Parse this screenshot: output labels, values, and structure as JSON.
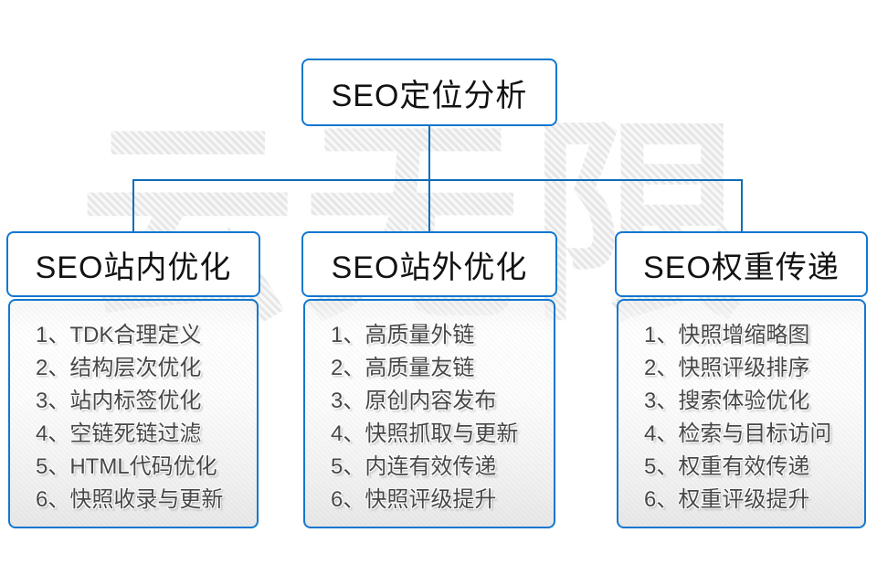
{
  "diagram": {
    "root": {
      "title": "SEO定位分析"
    },
    "watermark": "云无限",
    "branches": [
      {
        "title": "SEO站内优化",
        "items": [
          "1、TDK合理定义",
          "2、结构层次优化",
          "3、站内标签优化",
          "4、空链死链过滤",
          "5、HTML代码优化",
          "6、快照收录与更新"
        ]
      },
      {
        "title": "SEO站外优化",
        "items": [
          "1、高质量外链",
          "2、高质量友链",
          "3、原创内容发布",
          "4、快照抓取与更新",
          "5、内连有效传递",
          "6、快照评级提升"
        ]
      },
      {
        "title": "SEO权重传递",
        "items": [
          "1、快照增缩略图",
          "2、快照评级排序",
          "3、搜索体验优化",
          "4、检索与目标访问",
          "5、权重有效传递",
          "6、权重评级提升"
        ]
      }
    ],
    "colors": {
      "box_border": "#1377d0",
      "connector": "#0e6db8",
      "header_text": "#121212",
      "item_text": "#474747",
      "watermark_gray": "#ededed",
      "panel_bottom": "#e8e8e8"
    }
  }
}
